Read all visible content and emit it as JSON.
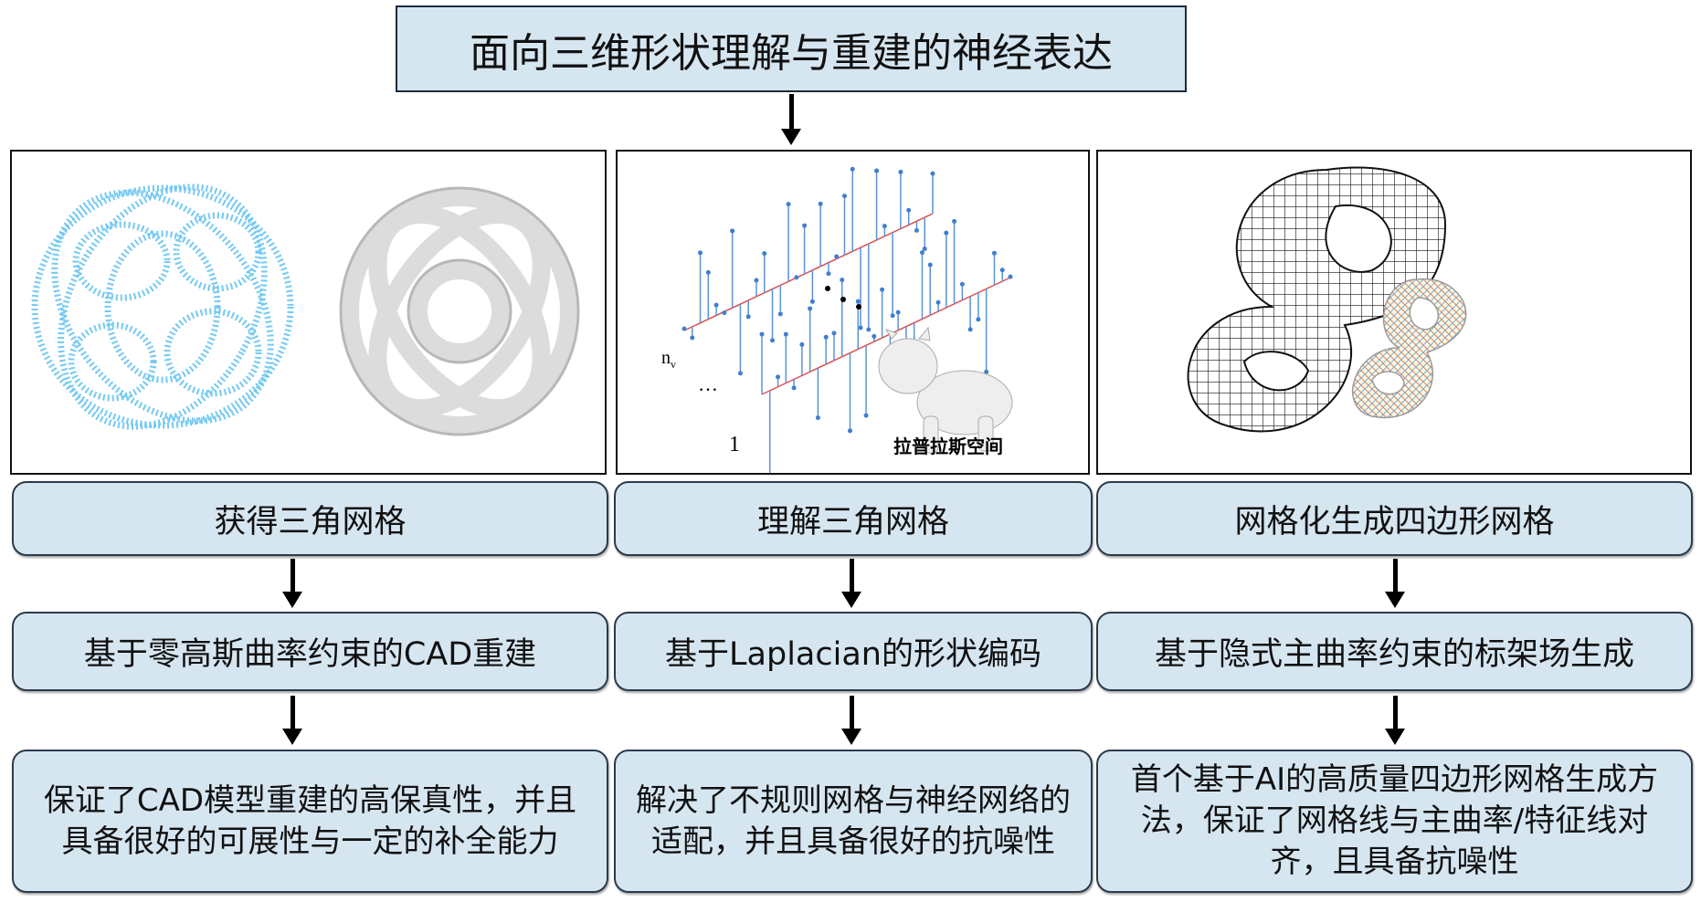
{
  "title": "面向三维形状理解与重建的神经表达",
  "columns": [
    {
      "heading": "获得三角网格",
      "method": "基于零高斯曲率约束的CAD重建",
      "result": "保证了CAD模型重建的高保真性，并且具备很好的可展性与一定的补全能力"
    },
    {
      "heading": "理解三角网格",
      "method": "基于Laplacian的形状编码",
      "result": "解决了不规则网格与神经网络的适配，并且具备很好的抗噪性",
      "figure": {
        "label_nv": "n",
        "label_nv_sub": "v",
        "label_dots": "…",
        "label_one": "1",
        "caption": "拉普拉斯空间"
      }
    },
    {
      "heading": "网格化生成四边形网格",
      "method": "基于隐式主曲率约束的标架场生成",
      "result": "首个基于AI的高质量四边形网格生成方法，保证了网格线与主曲率/特征线对齐，且具备抗噪性"
    }
  ],
  "colors": {
    "box_fill": "#d6e6f1",
    "border": "#2b3b4b",
    "points": "#4a8fd6",
    "red_line": "#e05050"
  }
}
